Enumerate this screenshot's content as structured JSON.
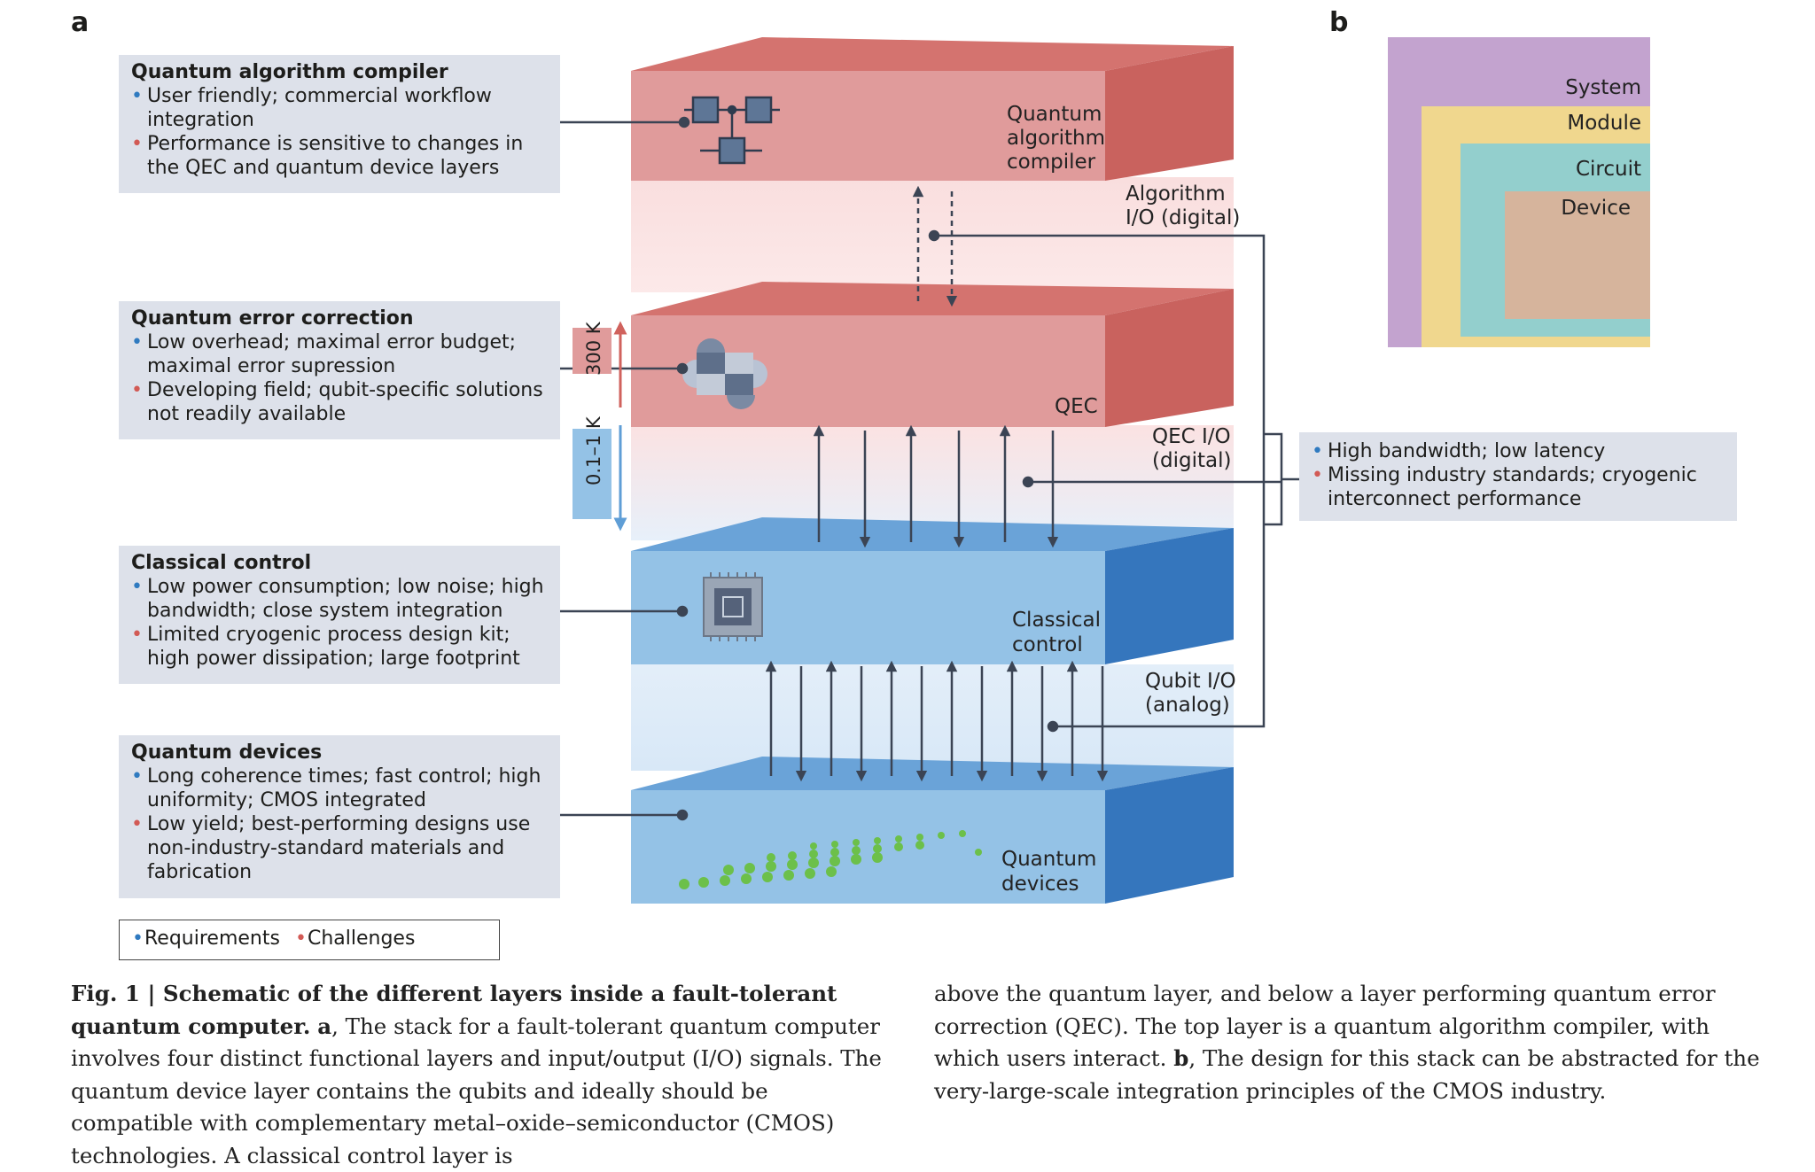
{
  "panel_a": {
    "letter": "a",
    "boxes": [
      {
        "title": "Quantum  algorithm compiler",
        "requirements": [
          "User friendly; commercial workflow integration"
        ],
        "challenges": [
          "Performance is sensitive to changes in the QEC and quantum device layers"
        ]
      },
      {
        "title": "Quantum error correction",
        "requirements": [
          "Low overhead; maximal error budget; maximal error supression"
        ],
        "challenges": [
          "Developing field; qubit-specific solutions not readily available"
        ]
      },
      {
        "title": "Classical control",
        "requirements": [
          "Low power consumption; low noise; high bandwidth; close system integration"
        ],
        "challenges": [
          "Limited cryogenic process design kit; high power dissipation; large footprint"
        ]
      },
      {
        "title": "Quantum devices",
        "requirements": [
          "Long coherence times; fast control; high uniformity; CMOS integrated"
        ],
        "challenges": [
          "Low yield; best-performing designs use non-industry-standard materials and fabrication"
        ]
      }
    ],
    "io_box": {
      "requirement": "High bandwidth; low latency",
      "challenge": "Missing industry standards; cryogenic interconnect performance"
    },
    "layers": {
      "compiler": [
        "Quantum",
        "algorithm",
        "compiler"
      ],
      "qec": [
        "QEC"
      ],
      "classical": [
        "Classical",
        "control"
      ],
      "devices": [
        "Quantum",
        "devices"
      ]
    },
    "io_labels": {
      "algorithm": [
        "Algorithm",
        "I/O (digital)"
      ],
      "qec": [
        "QEC I/O",
        "(digital)"
      ],
      "qubit": [
        "Qubit I/O",
        "(analog)"
      ]
    },
    "temperatures": {
      "warm": "300 K",
      "cold": "0.1–1 K"
    },
    "legend": {
      "requirements": "Requirements",
      "challenges": "Challenges"
    },
    "colors": {
      "red_layer": "#e09b9b",
      "red_top": "#d4736f",
      "red_side": "#c9625e",
      "blue_layer": "#94c2e6",
      "blue_top": "#6aa3d8",
      "blue_side": "#3576bd",
      "box_bg": "#dde1ea",
      "req_dot": "#2f7ac0",
      "chal_dot": "#d25a55"
    }
  },
  "panel_b": {
    "letter": "b",
    "levels": [
      "System",
      "Module",
      "Circuit",
      "Device"
    ],
    "colors": [
      "#c3a3cf",
      "#f0d78e",
      "#93cfcd",
      "#d6b49c"
    ]
  },
  "caption": {
    "label": "Fig. 1 | Schematic of the different layers inside a fault-tolerant quantum computer.",
    "a_letter": "a",
    "part_a_left": ", The stack for a fault-tolerant quantum computer involves four distinct functional layers and input/output (I/O) signals. The quantum device layer contains the qubits and ideally should be compatible with complementary metal–oxide–semiconductor (CMOS) technologies. A classical control layer is",
    "part_a_right": "above the quantum layer, and below a layer performing quantum error correction (QEC). The top layer is a quantum algorithm compiler, with which users interact.",
    "b_letter": "b",
    "part_b": ", The design for this stack can be abstracted for the very-large-scale integration principles of the CMOS industry."
  }
}
